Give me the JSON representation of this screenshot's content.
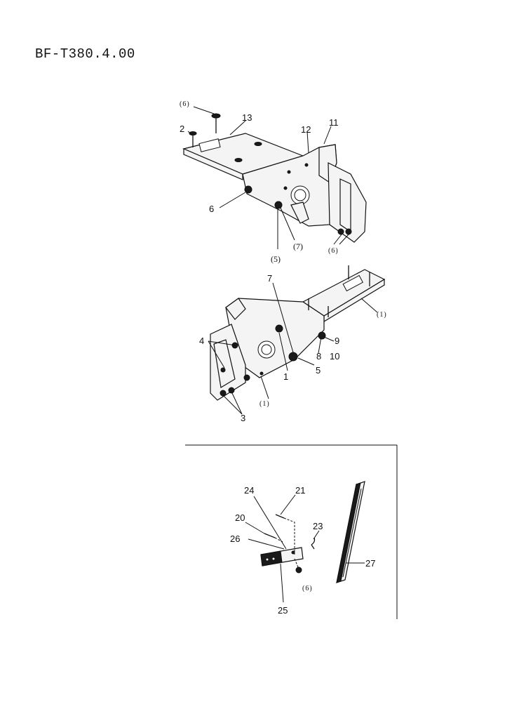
{
  "header": {
    "doc_code": "BF-T380.4.00"
  },
  "callouts": {
    "top": {
      "c6a": "(6)",
      "c13": "13",
      "c2": "2",
      "c12": "12",
      "c11": "11",
      "c6": "6",
      "c5": "(5)",
      "c7": "(7)",
      "c6b": "(6)"
    },
    "middle": {
      "c7": "7",
      "c1a": "(1)",
      "c4": "4",
      "c9": "9",
      "c8": "8",
      "c10": "10",
      "c5": "5",
      "c1": "1",
      "c1b": "(1)",
      "c3": "3"
    },
    "bottom": {
      "c24": "24",
      "c21": "21",
      "c20": "20",
      "c23": "23",
      "c26": "26",
      "c27": "27",
      "c6": "(6)",
      "c25": "25"
    }
  }
}
